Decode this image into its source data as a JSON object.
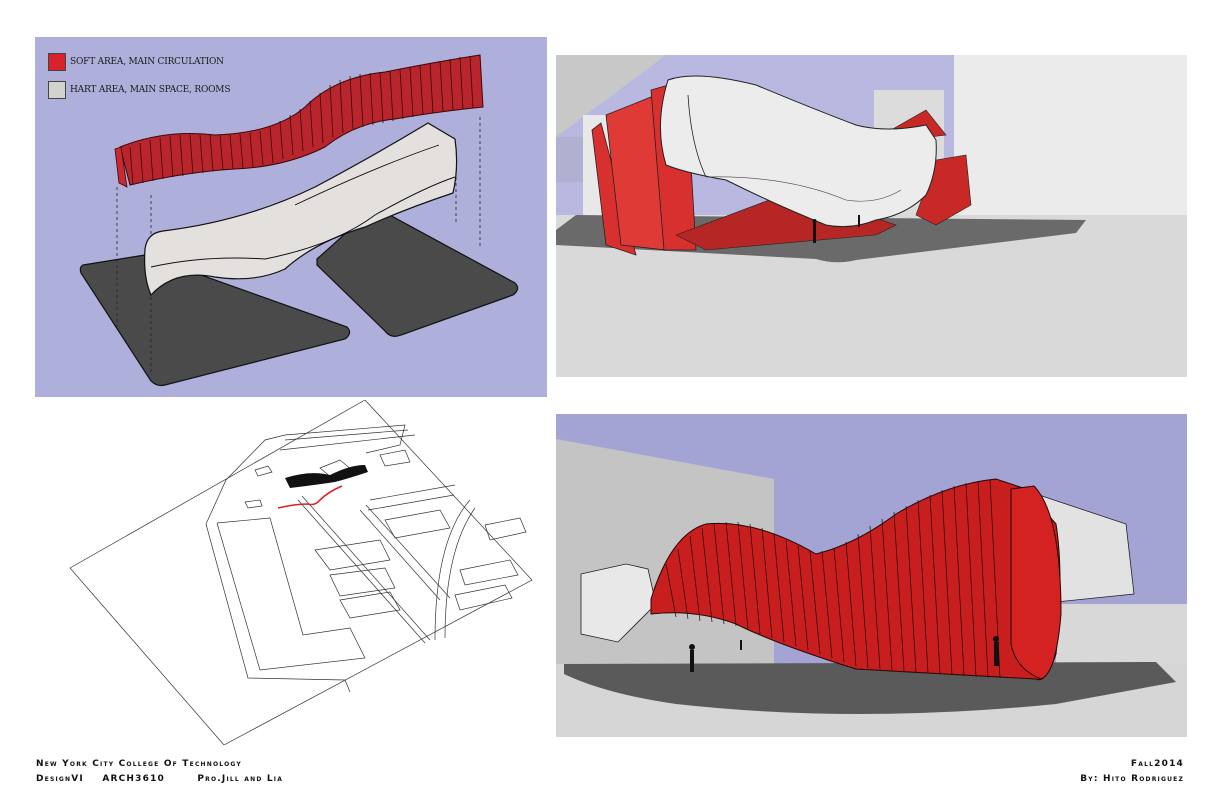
{
  "diagram": {
    "background_color": "#aeb0db",
    "legend": [
      {
        "label": "SOFT AREA, MAIN CIRCULATION",
        "color": "#d8232a"
      },
      {
        "label": "HART AREA, MAIN SPACE, ROOMS",
        "color": "#d4d2cc"
      }
    ]
  },
  "render_top": {
    "sky_color": "#b8b8e0",
    "red": "#d8302e"
  },
  "render_bottom": {
    "sky_color": "#a3a4d3",
    "red": "#c81e1e"
  },
  "site_plan": {
    "highlight_color": "#e02020"
  },
  "footer": {
    "left": {
      "line1": "New York City College Of Technology",
      "course": "DesignVI",
      "code": "ARCH3610",
      "professors": "Pro.Jill and Lia"
    },
    "right": {
      "term": "Fall2014",
      "author": "By: Hito Rodriguez"
    }
  }
}
